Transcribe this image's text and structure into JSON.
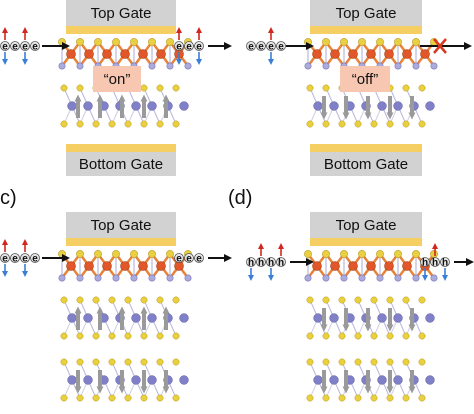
{
  "panels": [
    {
      "id": "a",
      "label": "",
      "top_gate": "Top Gate",
      "bottom_gate": "Bottom Gate",
      "state": "“on”",
      "carrier": "e",
      "blocked": false,
      "lower_layer_arrows": "up",
      "has_bottom_layer": false
    },
    {
      "id": "b",
      "label": "",
      "top_gate": "Top Gate",
      "bottom_gate": "Bottom Gate",
      "state": "“off”",
      "carrier": "e",
      "blocked": true,
      "lower_layer_arrows": "down",
      "has_bottom_layer": false
    },
    {
      "id": "c",
      "label": "c)",
      "top_gate": "Top Gate",
      "bottom_gate": "",
      "state": "",
      "carrier": "e",
      "blocked": false,
      "lower_layer_arrows": "up",
      "has_bottom_layer": true
    },
    {
      "id": "d",
      "label": "(d)",
      "top_gate": "Top Gate",
      "bottom_gate": "",
      "state": "",
      "carrier": "h",
      "blocked": false,
      "lower_layer_arrows": "down",
      "has_bottom_layer": true
    }
  ],
  "colors": {
    "gate_gold": "#f5cf63",
    "gate_gray": "#d2d2d2",
    "bubble": "#f7c7b2",
    "bond_orange": "#e8833a",
    "atom_red": "#e2572a",
    "atom_yellow": "#e8d040",
    "atom_blue": "#8080c8",
    "atom_lightblue": "#aaaadd",
    "spin_up": "#d0261d",
    "spin_down": "#3a7fd5",
    "blocked_x": "#d9381e"
  },
  "icons": [
    "spin-up-arrow-icon",
    "spin-down-arrow-icon",
    "right-arrow-icon",
    "blocked-x-icon"
  ]
}
